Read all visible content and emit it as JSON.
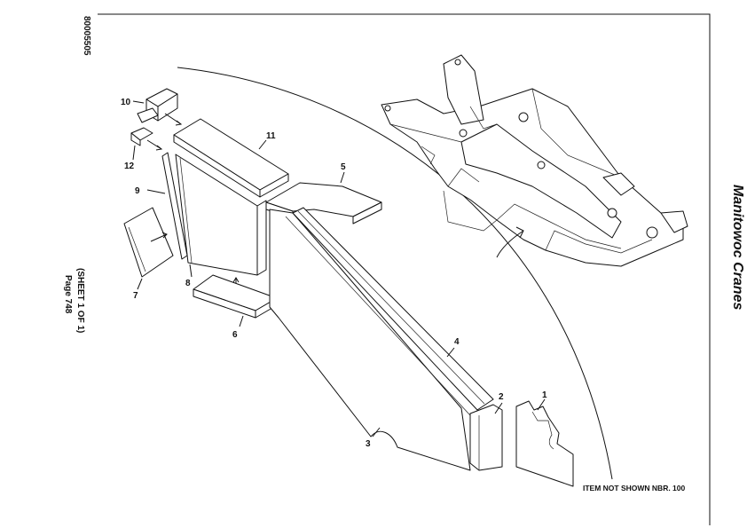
{
  "header": {
    "doc_number": "80005505",
    "sheet": "(SHEET 1 OF 1)",
    "page": "Page 748"
  },
  "brand": "Manitowoc Cranes",
  "note": "ITEM NOT SHOWN NBR. 100",
  "callouts": [
    "1",
    "2",
    "3",
    "4",
    "5",
    "6",
    "7",
    "8",
    "9",
    "10",
    "11",
    "12"
  ]
}
